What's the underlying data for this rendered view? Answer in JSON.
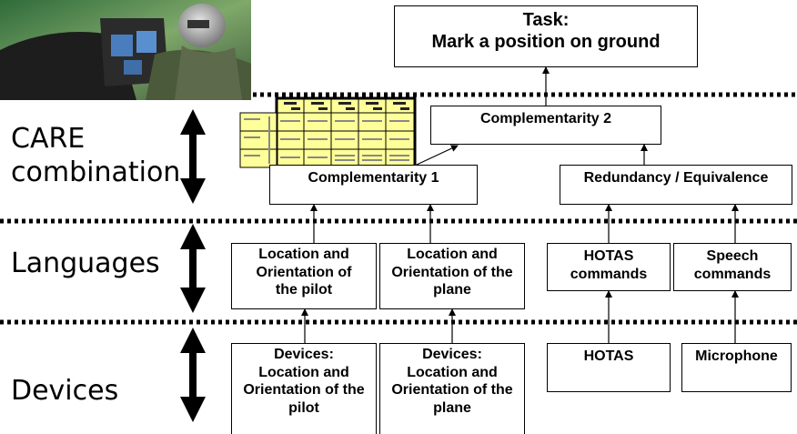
{
  "colors": {
    "line": "#000000",
    "dots": "#000000",
    "mini_fill": "#ffff99",
    "mini_border": "#000000",
    "mini_hdr": "#222222"
  },
  "levels": {
    "care": "CARE\ncombination",
    "languages": "Languages",
    "devices": "Devices"
  },
  "boxes": {
    "task": "Task:\nMark a position on ground",
    "comp2": "Complementarity 2",
    "comp1": "Complementarity 1",
    "redund": "Redundancy / Equivalence",
    "lang_pilot": "Location and\nOrientation of\nthe pilot",
    "lang_plane": "Location and\nOrientation of the\nplane",
    "lang_hotas": "HOTAS\ncommands",
    "lang_speech": "Speech\ncommands",
    "dev_pilot": "Devices:\nLocation and\nOrientation of the\npilot",
    "dev_plane": "Devices:\nLocation and\nOrientation of the\nplane",
    "dev_hotas": "HOTAS",
    "dev_mic": "Microphone"
  },
  "icons": {
    "photo": "cockpit-photo-icon",
    "arrow": "double-arrow-icon"
  }
}
